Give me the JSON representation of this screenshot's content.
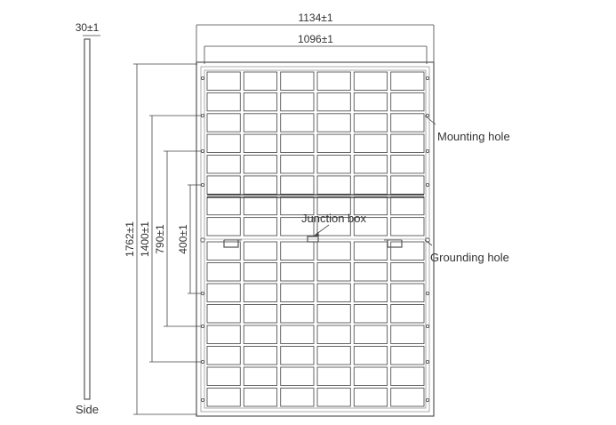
{
  "dimensions": {
    "outer_width": "1134±1",
    "inner_width": "1096±1",
    "height": "1762±1",
    "mount_spacing": "1400±1",
    "mid_spacing": "790±1",
    "inner_spacing": "400±1",
    "side_thickness": "30±1"
  },
  "labels": {
    "mounting_hole": "Mounting hole",
    "grounding_hole": "Grounding hole",
    "junction_box": "Junction box",
    "side": "Side"
  },
  "grid": {
    "columns": 6,
    "rows_per_half": 8
  },
  "colors": {
    "line": "#555555",
    "text": "#333333"
  }
}
